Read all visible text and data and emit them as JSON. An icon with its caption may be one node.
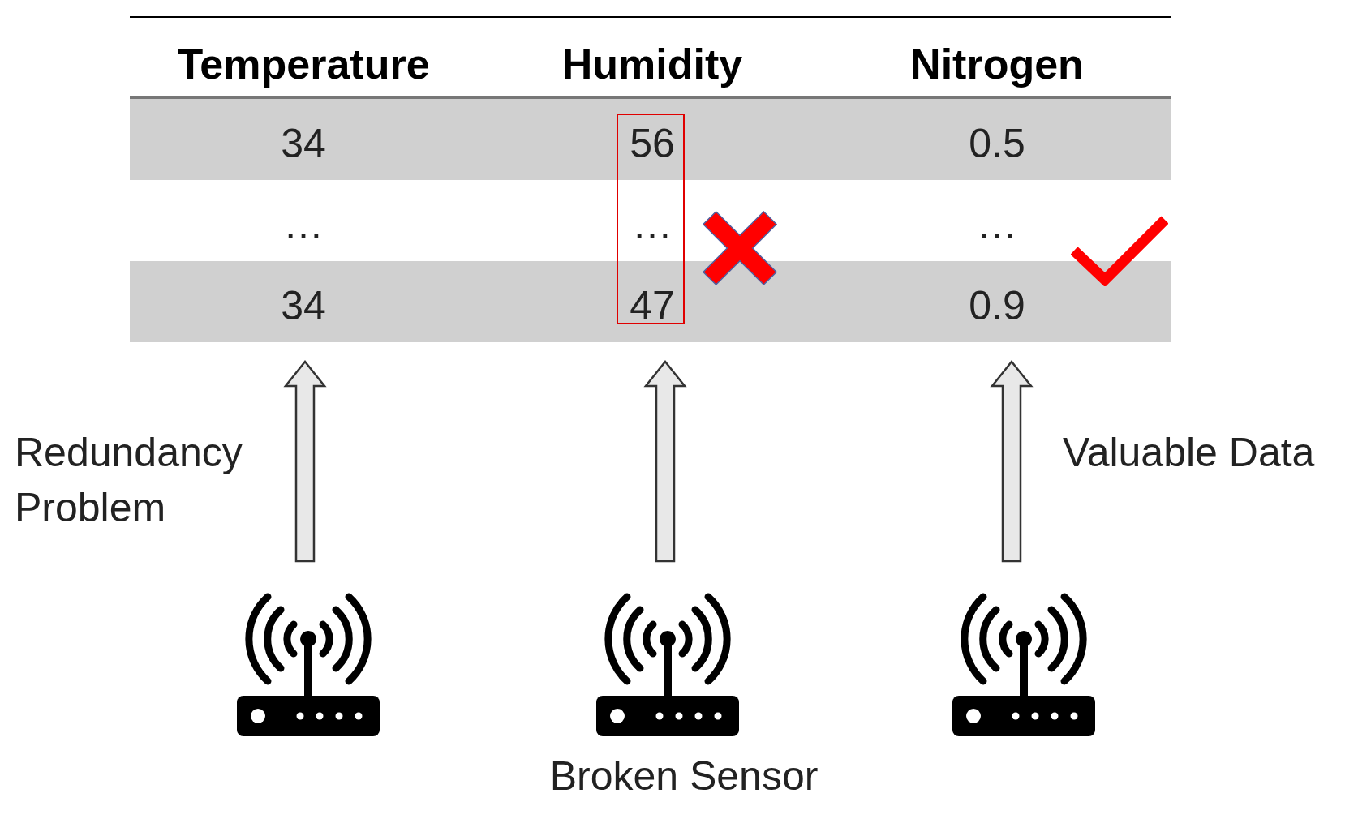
{
  "diagram": {
    "nodes": [
      {
        "text": [],
        "shape": "box"
      },
      {
        "text": [],
        "shape": "router"
      },
      {
        "text": [],
        "shape": "router",
        "beside": [
          "Broken Sensor"
        ]
      },
      {
        "text": [],
        "shape": "router"
      }
    ],
    "edges": [
      {
        "from": 1,
        "to": 0,
        "arrow": "to",
        "style": "thick",
        "label": "Redundancy Problem"
      },
      {
        "from": 2,
        "to": 0,
        "arrow": "to",
        "style": "thick"
      },
      {
        "from": 3,
        "to": 0,
        "arrow": "to",
        "style": "thick",
        "label": "Valuable Data"
      }
    ],
    "labels": [
      "Temperature",
      "Humidity",
      "Nitrogen",
      "34",
      "56",
      "0.5",
      "…",
      "…",
      "…",
      "34",
      "47",
      "0.9"
    ]
  }
}
